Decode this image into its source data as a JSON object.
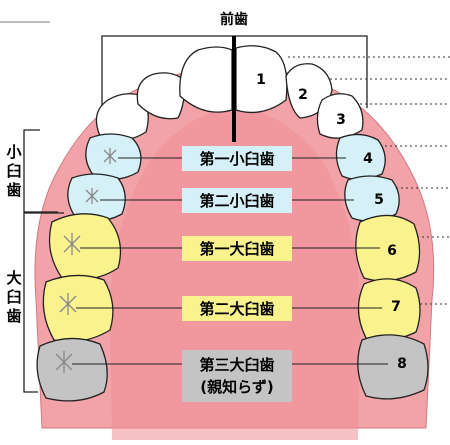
{
  "title": "前歯",
  "groups": {
    "premolar": [
      "小",
      "臼",
      "歯"
    ],
    "molar": [
      "大",
      "臼",
      "歯"
    ]
  },
  "labels": {
    "first_premolar": "第一小臼歯",
    "second_premolar": "第二小臼歯",
    "first_molar": "第一大臼歯",
    "second_molar": "第二大臼歯",
    "third_molar_line1": "第三大臼歯",
    "third_molar_line2": "(親知らず)"
  },
  "numbers": [
    "1",
    "2",
    "3",
    "4",
    "5",
    "6",
    "7",
    "8"
  ],
  "colors": {
    "gum": "#f2a3a8",
    "gum_dark": "#ee8f96",
    "premolar": "#d5f1f7",
    "molar": "#faf28c",
    "wisdom": "#c4c4c4",
    "incisor": "#ffffff"
  }
}
